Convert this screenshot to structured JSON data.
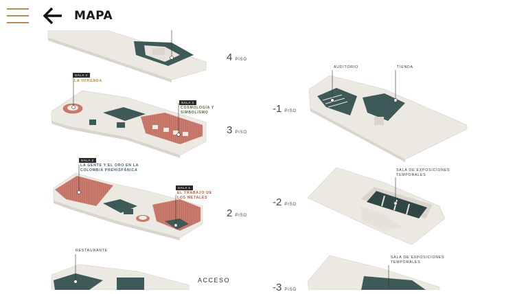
{
  "header": {
    "title": "MAPA",
    "menu_icon": "hamburger-menu-icon",
    "back_icon": "arrow-left-icon"
  },
  "colors": {
    "gold": "#b08d57",
    "teal": "#3e5a58",
    "terracotta": "#c97a6d",
    "floor": "#ece8e2",
    "wall": "#d9d4cc"
  },
  "floors": [
    {
      "id": "f4",
      "number": "4",
      "label": "PISO"
    },
    {
      "id": "f3",
      "number": "3",
      "label": "PISO"
    },
    {
      "id": "f2",
      "number": "2",
      "label": "PISO"
    },
    {
      "id": "fm1",
      "number": "-1",
      "label": "PISO"
    },
    {
      "id": "fm2",
      "number": "-2",
      "label": "PISO"
    },
    {
      "id": "fm3",
      "number": "-3",
      "label": "PISO"
    }
  ],
  "salas": [
    {
      "tag": "SALA 4",
      "name": "LA OFRENDA"
    },
    {
      "tag": "SALA 3",
      "name": "COSMOLOGÍA Y SIMBOLISMO"
    },
    {
      "tag": "SALA 2",
      "name": "LA GENTE Y EL ORO EN LA COLOMBIA PREHISPÁNICA"
    },
    {
      "tag": "SALA 1",
      "name": "EL TRABAJO DE LOS METALES"
    }
  ],
  "rooms": {
    "auditorio": "AUDITORIO",
    "tienda": "TIENDA",
    "expo_m2": "SALA DE EXPOSICIONES TEMPORALES",
    "expo_m3": "SALA DE EXPOSICIONES TEMPORALES",
    "restaurante": "RESTAURANTE"
  },
  "acceso": "ACCESO"
}
